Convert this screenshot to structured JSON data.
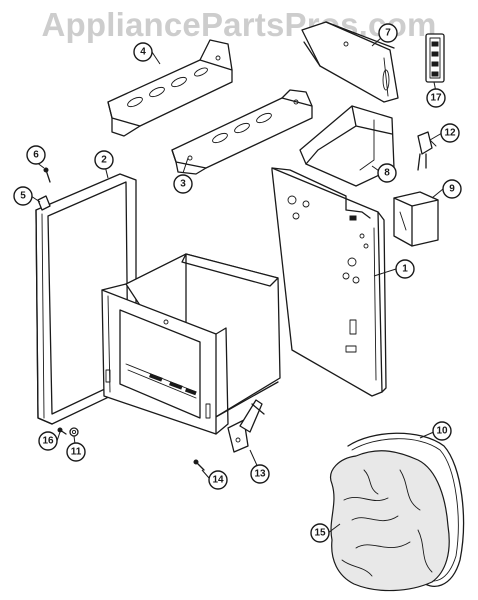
{
  "watermark": "AppliancePartsPros.com",
  "callouts": {
    "c1": "1",
    "c2": "2",
    "c3": "3",
    "c4": "4",
    "c5": "5",
    "c6": "6",
    "c7": "7",
    "c8": "8",
    "c9": "9",
    "c10": "10",
    "c11": "11",
    "c12": "12",
    "c13": "13",
    "c14": "14",
    "c15": "15",
    "c16": "16",
    "c17": "17"
  }
}
